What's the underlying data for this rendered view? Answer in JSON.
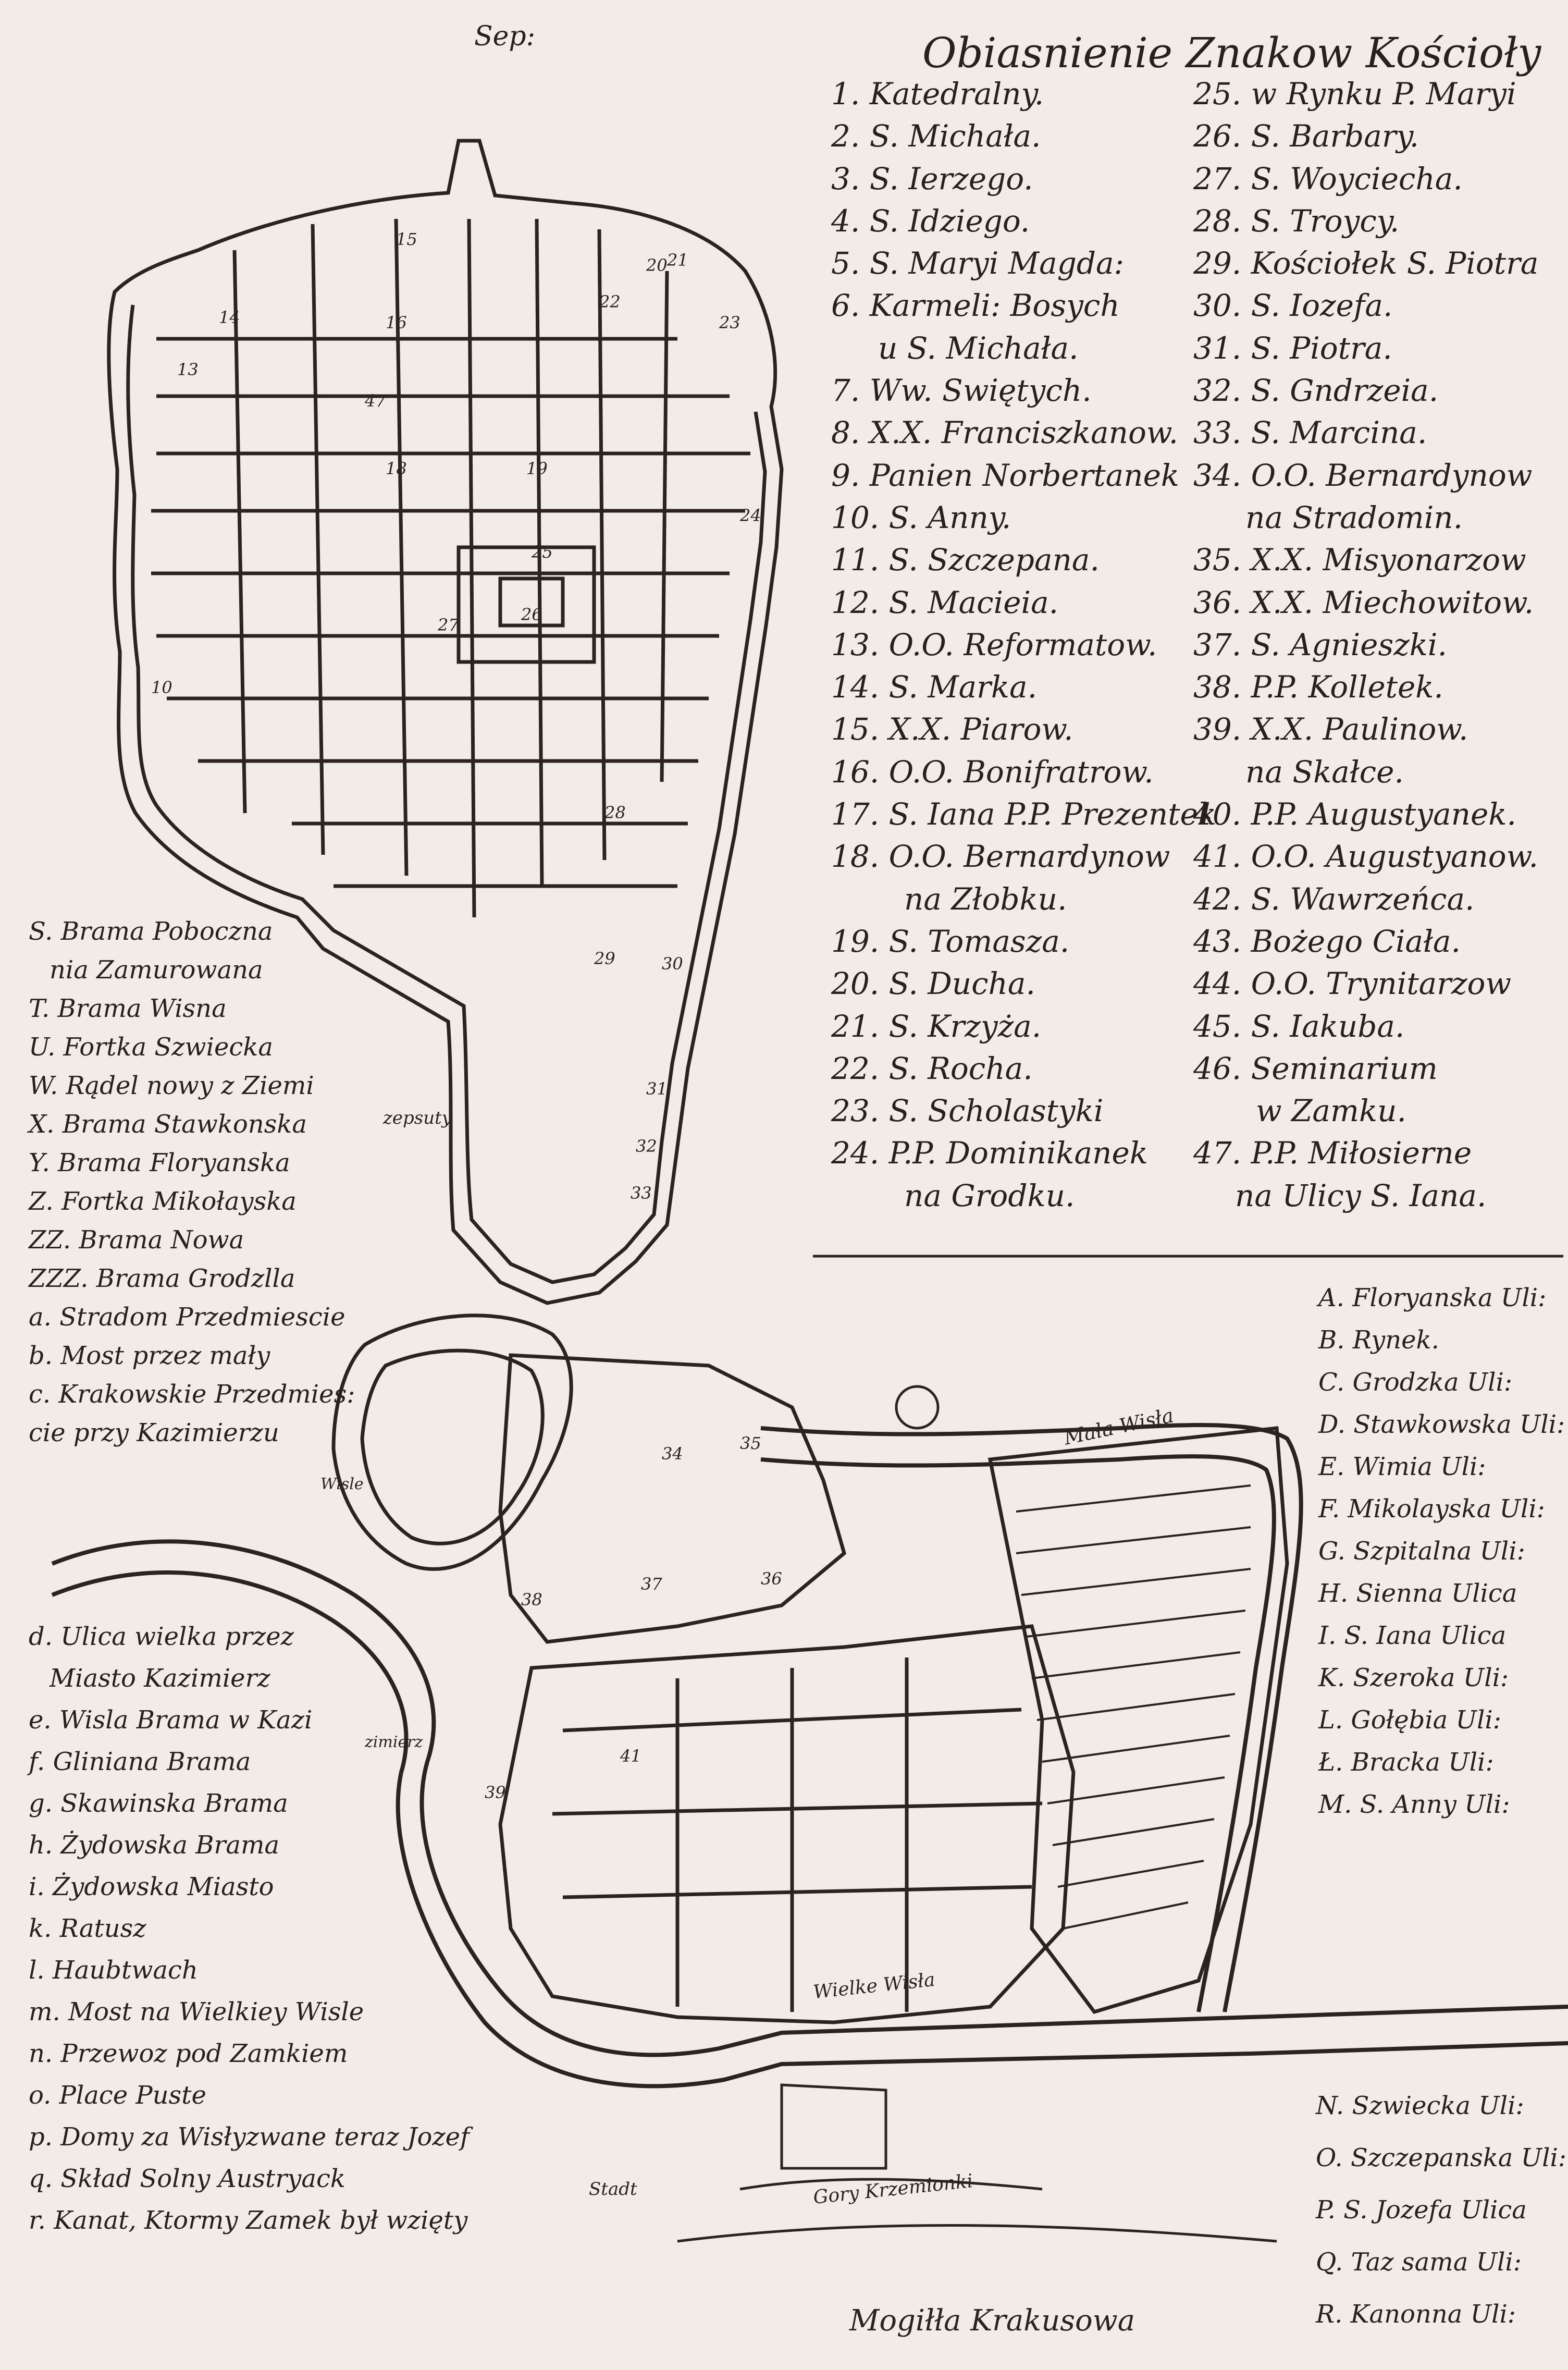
{
  "compass": "Sep:",
  "title": "Obiasnienie Znakow Kościoły",
  "churches_left": [
    "1. Katedralny.",
    "2. S. Michała.",
    "3. S. Ierzego.",
    "4. S. Idziego.",
    "5. S. Maryi Magda:",
    "6. Karmeli: Bosych",
    "u S. Michała.",
    "7. Ww. Swiętych.",
    "8. X.X. Franciszkanow.",
    "9. Panien Norbertanek",
    "10. S. Anny.",
    "11. S. Szczepana.",
    "12. S. Macieia.",
    "13. O.O. Reformatow.",
    "14. S. Marka.",
    "15. X.X. Piarow.",
    "16. O.O. Bonifratrow.",
    "17. S. Iana P.P. Prezentek",
    "18. O.O. Bernardynow",
    "na Złobku.",
    "19. S. Tomasza.",
    "20. S. Ducha.",
    "21. S. Krzyża.",
    "22. S. Rocha.",
    "23. S. Scholastyki",
    "24. P.P. Dominikanek",
    "na Grodku."
  ],
  "churches_right": [
    "25. w Rynku P. Maryi",
    "26. S. Barbary.",
    "27. S. Woyciecha.",
    "28. S. Troycy.",
    "29. Kościołek S. Piotra",
    "30. S. Iozefa.",
    "31. S. Piotra.",
    "32. S. Gndrzeia.",
    "33. S. Marcina.",
    "34. O.O. Bernardynow",
    "na Stradomin.",
    "35. X.X. Misyonarzow",
    "36. X.X. Miechowitow.",
    "37. S. Agnieszki.",
    "38. P.P. Kolletek.",
    "39. X.X. Paulinow.",
    "na Skałce.",
    "40. P.P. Augustyanek.",
    "41. O.O. Augustyanow.",
    "42. S. Wawrzeńca.",
    "43. Bożego Ciała.",
    "44. O.O. Trynitarzow",
    "45. S. Iakuba.",
    "46. Seminarium",
    "w Zamku.",
    "47. P.P. Miłosierne",
    "na Ulicy S. Iana."
  ],
  "gates_legend": [
    "S. Brama Poboczna",
    "nia Zamurowana",
    "T. Brama Wisna",
    "U. Fortka Szwiecka",
    "W. Rądel nowy z Ziemi",
    "X. Brama Stawkonska",
    "Y. Brama Floryanska",
    "Z. Fortka Mikołayska",
    "ZZ. Brama Nowa",
    "ZZZ. Brama Grodzlla",
    "a. Stradom Przedmiescie",
    "b. Most przez mały",
    "c. Krakowskie Przedmies:",
    "cie przy Kazimierzu"
  ],
  "gates_note_zepsuty": "zepsuty",
  "gates_note_wisle": "Wisle",
  "lower_legend": [
    "d. Ulica wielka przez",
    "Miasto Kazimierz",
    "e. Wisla Brama w Kazi",
    "f. Gliniana Brama",
    "g. Skawinska Brama",
    "h. Żydowska Brama",
    "i. Żydowska Miasto",
    "k. Ratusz",
    "l. Haubtwach",
    "m. Most na Wielkiey Wisle",
    "n. Przewoz pod Zamkiem",
    "o. Place Puste",
    "p. Domy za Wisłyzwane teraz Jozef",
    "q. Skład Solny Austryack",
    "r. Kanat, Ktormy Zamek był wzięty"
  ],
  "lower_note_zimierz": "zimierz",
  "lower_note_stadt": "Stadt",
  "streets_top": [
    "A. Floryanska Uli:",
    "B. Rynek.",
    "C. Grodzka Uli:",
    "D. Stawkowska Uli:",
    "E. Wimia Uli:",
    "F. Mikolayska Uli:",
    "G. Szpitalna Uli:",
    "H. Sienna Ulica",
    "I. S. Iana Ulica",
    "K. Szeroka Uli:",
    "L. Gołębia Uli:",
    "Ł. Bracka Uli:",
    "M. S. Anny Uli:"
  ],
  "streets_bottom": [
    "N. Szwiecka Uli:",
    "O. Szczepanska Uli:",
    "P. S. Jozefa Ulica",
    "Q. Taz sama Uli:",
    "R. Kanonna Uli:"
  ],
  "river_labels": {
    "mala_wisla": "Mała Wisła",
    "wielka_wisla": "Wielke Wisła",
    "gory": "Gory Krzemionki",
    "mogila": "Mogiłła Krakusowa"
  },
  "colors": {
    "paper": "#f1ede4",
    "ink": "#26211b"
  }
}
